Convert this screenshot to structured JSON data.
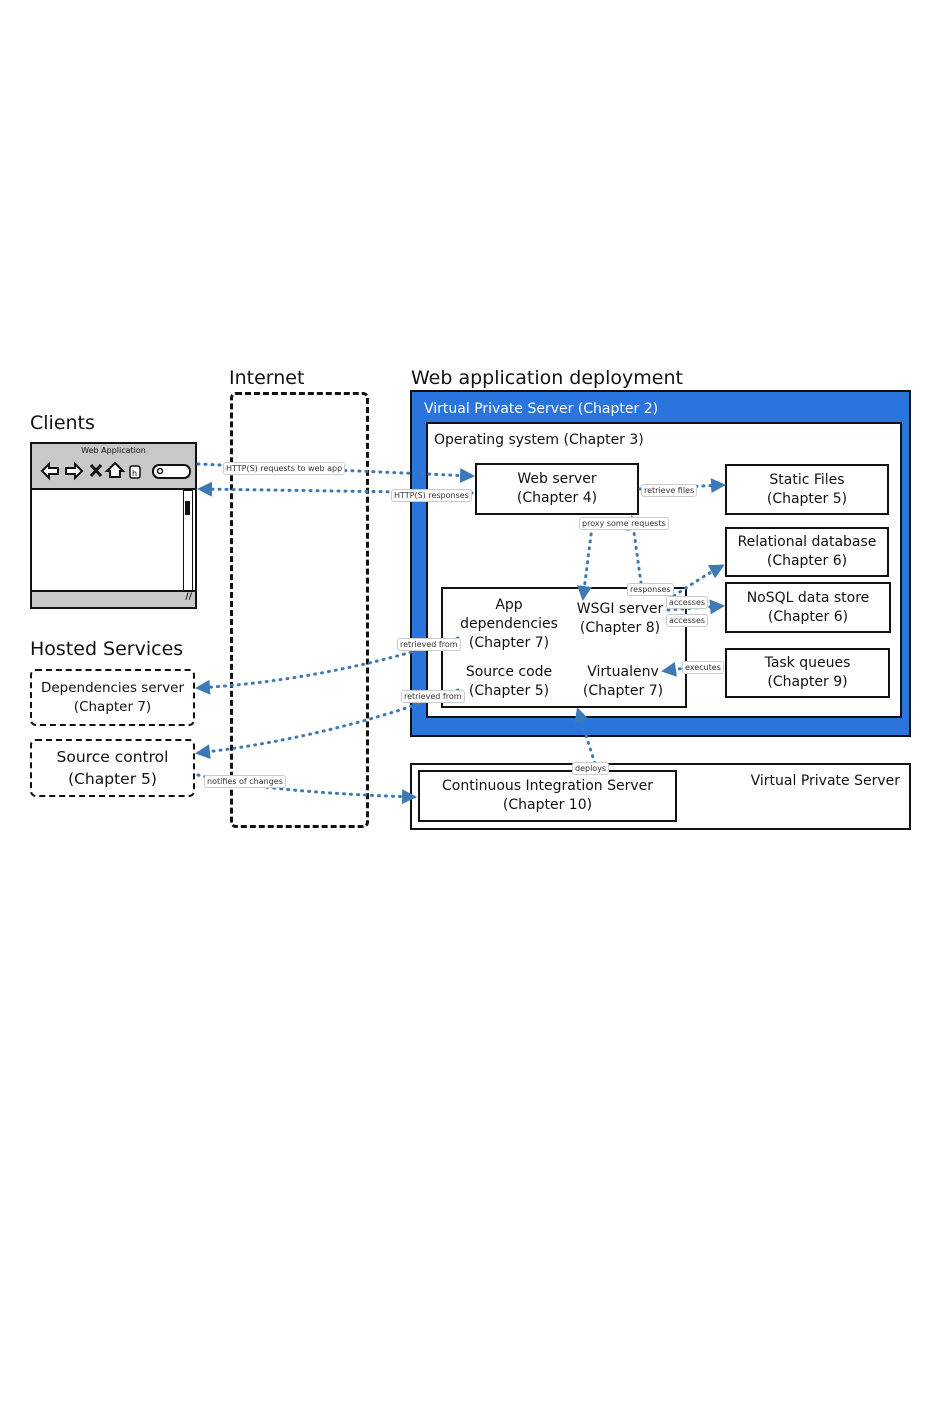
{
  "headings": {
    "clients": "Clients",
    "internet": "Internet",
    "deployment": "Web application deployment",
    "hosted_services": "Hosted Services"
  },
  "browser": {
    "title": "Web Application",
    "icons": [
      "back-arrow-icon",
      "forward-arrow-icon",
      "stop-icon",
      "home-icon",
      "history-icon",
      "search-field"
    ]
  },
  "vps_main": {
    "title": "Virtual Private Server (Chapter 2)",
    "os_title": "Operating system (Chapter 3)"
  },
  "components": {
    "web_server": [
      "Web server",
      "(Chapter 4)"
    ],
    "static_files": [
      "Static Files",
      "(Chapter 5)"
    ],
    "relational_db": [
      "Relational database",
      "(Chapter 6)"
    ],
    "nosql": [
      "NoSQL data store",
      "(Chapter 6)"
    ],
    "task_queues": [
      "Task queues",
      "(Chapter 9)"
    ],
    "app_deps": [
      "App",
      "dependencies",
      "(Chapter 7)"
    ],
    "wsgi": [
      "WSGI server",
      "(Chapter 8)"
    ],
    "source_code": [
      "Source code",
      "(Chapter 5)"
    ],
    "virtualenv": [
      "Virtualenv",
      "(Chapter 7)"
    ],
    "dependencies_server": [
      "Dependencies server",
      "(Chapter 7)"
    ],
    "source_control": [
      "Source control",
      "(Chapter 5)"
    ],
    "ci_server": [
      "Continuous Integration Server",
      "(Chapter 10)"
    ]
  },
  "vps_ci": {
    "title": "Virtual Private Server"
  },
  "edge_labels": {
    "http_requests": "HTTP(S) requests to web app",
    "http_responses": "HTTP(S) responses",
    "retrieve_files": "retrieve files",
    "proxy_requests": "proxy some requests",
    "responses": "responses",
    "accesses_1": "accesses",
    "accesses_2": "accesses",
    "executes": "executes",
    "retrieved_from_1": "retrieved from",
    "retrieved_from_2": "retrieved from",
    "notifies": "notifies of changes",
    "deploys": "deploys"
  },
  "colors": {
    "vps_blue": "#2a74de",
    "arrow_blue": "#3d79b4",
    "browser_gray": "#c8c8c8"
  }
}
